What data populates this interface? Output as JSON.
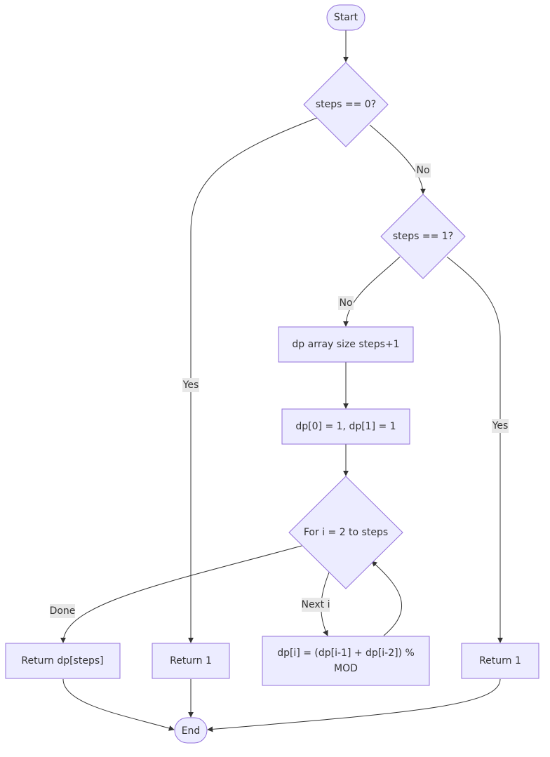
{
  "nodes": {
    "start": "Start",
    "steps_zero": "steps == 0?",
    "steps_one": "steps == 1?",
    "dp_array": "dp array size steps+1",
    "dp_init": "dp[0] = 1, dp[1] = 1",
    "for_loop": "For i = 2 to steps",
    "dp_update_line1": "dp[i] = (dp[i-1] + dp[i-2]) %",
    "dp_update_line2": "MOD",
    "return_dp": "Return dp[steps]",
    "return_one_left": "Return 1",
    "return_one_right": "Return 1",
    "end": "End"
  },
  "edge_labels": {
    "zero_no": "No",
    "zero_yes": "Yes",
    "one_no": "No",
    "one_yes": "Yes",
    "loop_next": "Next i",
    "loop_done": "Done"
  },
  "colors": {
    "node_fill": "#ECECFF",
    "node_stroke": "#9370DB",
    "edge": "#333333",
    "label_bg": "#e8e8e8"
  }
}
